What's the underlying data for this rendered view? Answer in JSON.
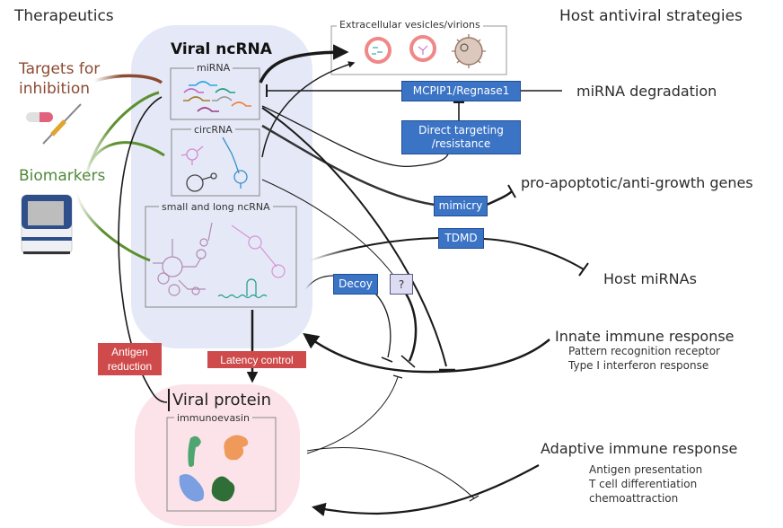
{
  "headers": {
    "therapeutics": "Therapeutics",
    "host_strategies": "Host antiviral strategies"
  },
  "therapeutics": {
    "targets": {
      "line1": "Targets for",
      "line2": "inhibition",
      "color": "#8b4a32"
    },
    "biomarkers": {
      "label": "Biomarkers",
      "color": "#4f8a3a"
    },
    "icons": [
      "pill-icon",
      "syringe-icon",
      "sequencer-icon"
    ]
  },
  "viral_ncrna": {
    "title": "Viral ncRNA",
    "background": "#e5e9f7",
    "boxes": [
      {
        "label": "miRNA"
      },
      {
        "label": "circRNA"
      },
      {
        "label": "small and long ncRNA"
      }
    ]
  },
  "ev": {
    "label": "Extracellular vesicles/virions"
  },
  "mechanisms": {
    "mcpip": "MCPIP1/Regnase1",
    "direct_line1": "Direct targeting",
    "direct_line2": "/resistance",
    "mimicry": "mimicry",
    "tdmd": "TDMD",
    "decoy": "Decoy",
    "unknown": "?",
    "blue": "#3b73c5"
  },
  "outcomes": {
    "mirna_degradation": "miRNA degradation",
    "pro_apoptotic": "pro-apoptotic/anti-growth genes",
    "host_mirnas": "Host miRNAs"
  },
  "innate": {
    "title": "Innate immune response",
    "items": [
      "Pattern recognition receptor",
      "Type I interferon response"
    ]
  },
  "adaptive": {
    "title": "Adaptive immune response",
    "items": [
      "Antigen presentation",
      "T cell differentiation",
      "chemoattraction"
    ]
  },
  "red_labels": {
    "antigen_line1": "Antigen",
    "antigen_line2": "reduction",
    "latency": "Latency control",
    "color": "#cf4b4b"
  },
  "viral_protein": {
    "title": "Viral protein",
    "subtitle": "immunoevasin",
    "background": "#fbe3e9"
  }
}
